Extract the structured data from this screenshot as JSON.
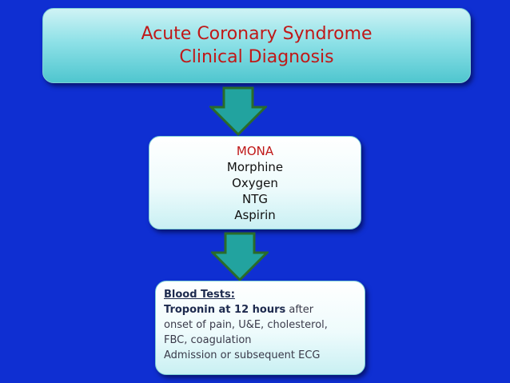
{
  "title": {
    "line1": "Acute Coronary Syndrome",
    "line2": "Clinical Diagnosis"
  },
  "mona": {
    "header": "MONA",
    "items": [
      "Morphine",
      "Oxygen",
      "NTG",
      "Aspirin"
    ]
  },
  "blood_tests": {
    "header": "Blood Tests:",
    "line2_bold": "Troponin at 12 hours",
    "line2_rest": " after",
    "line3": "onset of pain, U&E, cholesterol,",
    "line4": "FBC, coagulation",
    "line5": "Admission or subsequent ECG"
  },
  "colors": {
    "background": "#0f2fd2",
    "title_text": "#c01818",
    "arrow_fill": "#22a39f",
    "arrow_stroke": "#2a6b2a"
  },
  "icons": {
    "flow_arrow": "down-arrow-icon"
  }
}
